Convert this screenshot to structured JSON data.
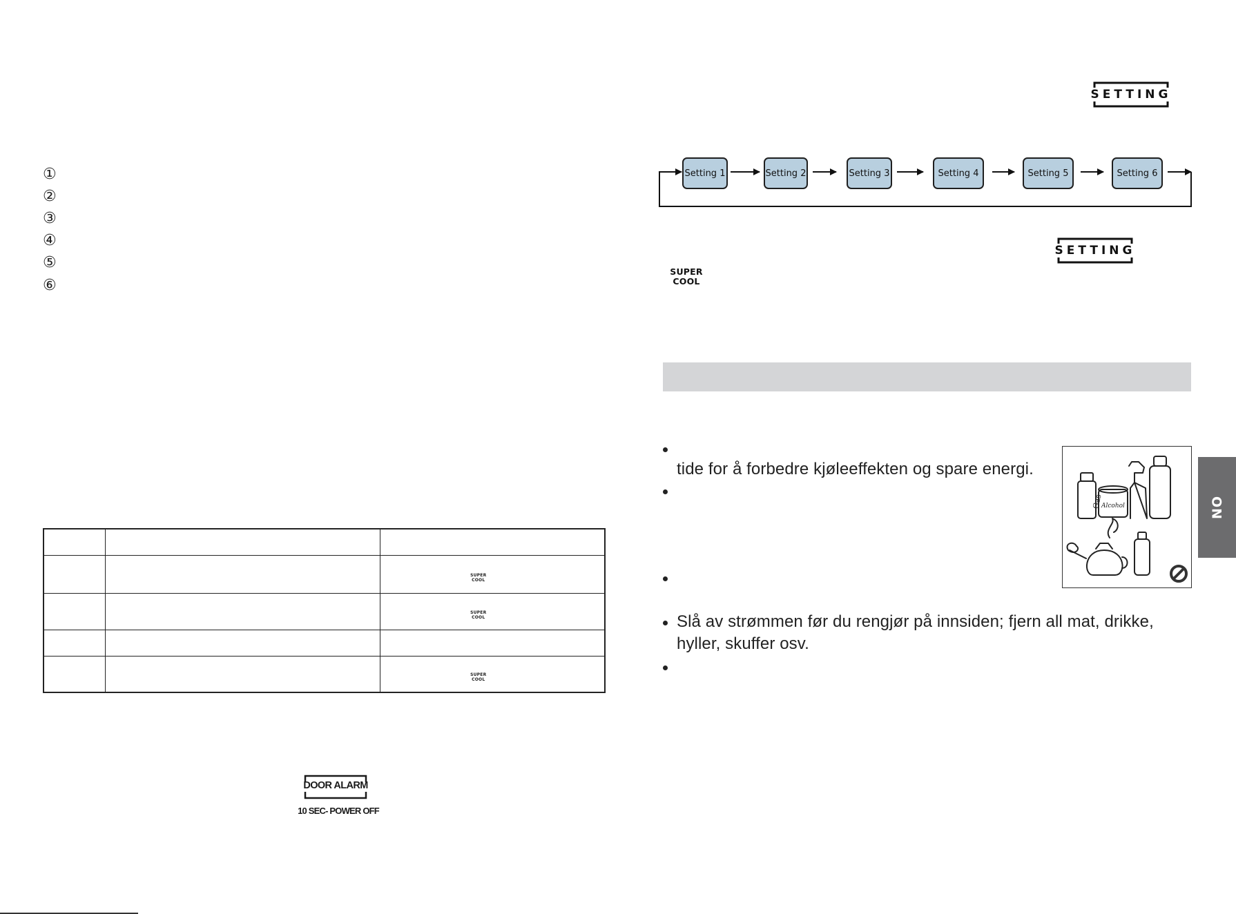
{
  "left": {
    "numbered_markers": [
      "①",
      "②",
      "③",
      "④",
      "⑤",
      "⑥"
    ],
    "table": {
      "rows": [
        {
          "col1": "",
          "col2": "",
          "col3_icon": false
        },
        {
          "col1": "",
          "col2": "",
          "col3_icon": true
        },
        {
          "col1": "",
          "col2": "",
          "col3_icon": true
        },
        {
          "col1": "",
          "col2": "",
          "col3_icon": false
        },
        {
          "col1": "",
          "col2": "",
          "col3_icon": true
        }
      ],
      "icon_line1": "SUPER",
      "icon_line2": "COOL"
    },
    "door_alarm": {
      "label": "DOOR ALARM",
      "sub": "10 SEC- POWER OFF"
    }
  },
  "right": {
    "setting_icon_label": "SETTING",
    "flow": {
      "steps": [
        "Setting 1",
        "Setting 2",
        "Setting 3",
        "Setting 4",
        "Setting 5",
        "Setting 6"
      ]
    },
    "super_cool": {
      "line1": "SUPER",
      "line2": "COOL"
    },
    "bullets": {
      "b1_line2": "tide for å forbedre kjøleeffekten og spare energi.",
      "b4_line1": "Slå av strømmen før du rengjør på innsiden; fjern all mat, drikke,",
      "b4_line2": "hyller, skuffer osv."
    },
    "illustration_labels": {
      "gas": "Gas",
      "alcohol": "Alcohol"
    },
    "side_tab": "NO"
  }
}
